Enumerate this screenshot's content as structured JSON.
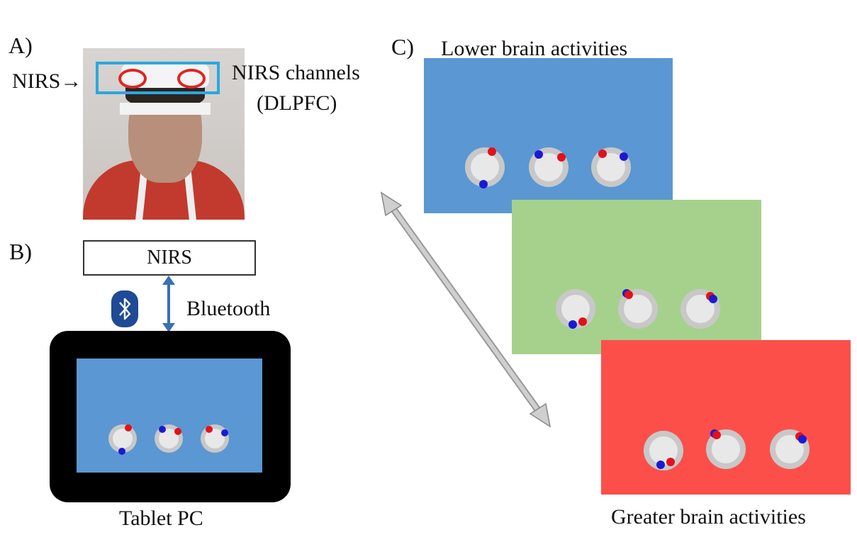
{
  "panel_a": {
    "letter": "A)",
    "nirs_label": "NIRS→",
    "channels_label_line1": "NIRS channels",
    "channels_label_line2": "(DLPFC)",
    "colors": {
      "headband_box": "#2aa8e0",
      "channel_ring": "#e0241f"
    }
  },
  "panel_b": {
    "letter": "B)",
    "device_label": "NIRS",
    "link_label": "Bluetooth",
    "bluetooth_icon": "bluetooth-icon",
    "tablet_label": "Tablet PC",
    "screen_color": "#5b97d2"
  },
  "panel_c": {
    "letter": "C)",
    "top_label": "Lower brain activities",
    "bottom_label": "Greater brain activities",
    "screens": [
      {
        "name": "low",
        "color": "#5b97d2"
      },
      {
        "name": "mid",
        "color": "#a6d18c"
      },
      {
        "name": "high",
        "color": "#fc4f4a"
      }
    ],
    "arrow": "double-headed-arrow"
  },
  "dot_colors": {
    "red": "#e3111b",
    "blue": "#1a1ad6",
    "knob_outer": "#c8c8c8",
    "knob_inner": "#e8e8e8"
  }
}
